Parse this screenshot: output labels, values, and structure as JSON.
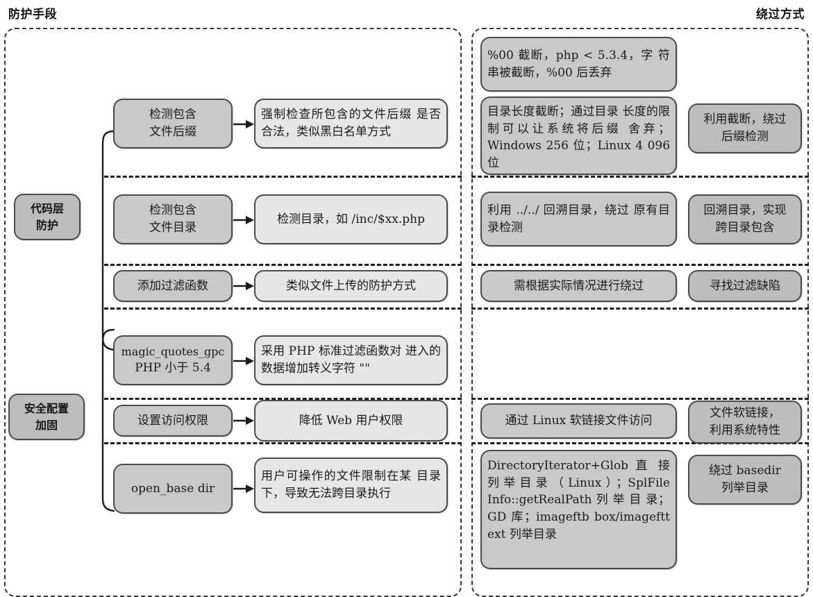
{
  "headers": {
    "left": "防护手段",
    "right": "绕过方式"
  },
  "groups": [
    {
      "id": "code-layer",
      "label": "代码层\n防护"
    },
    {
      "id": "secure-conf",
      "label": "安全配置\n加固"
    }
  ],
  "group_labels": {
    "code_layer_line1": "代码层",
    "code_layer_line2": "防护",
    "secure_conf_line1": "安全配置",
    "secure_conf_line2": "加固"
  },
  "rows": [
    {
      "id": "row-1",
      "measure": "检测包含\n文件后缀",
      "measure_line1": "检测包含",
      "measure_line2": "文件后缀",
      "detail": "强制检查所包含的文件后缀是否合法，类似黑白名单方式",
      "detail_line1": "强制检查所包含的文件后缀",
      "detail_line2": "是否合法，类似黑白名单方式",
      "bypass": [
        {
          "text": "%00 截断，php < 5.3.4，字符串被截断，%00 后丢弃",
          "line1": "%00 截断，php < 5.3.4，字",
          "line2": "符串被截断，%00 后丢弃"
        },
        {
          "text": "目录长度截断；通过目录长度的限制可以让系统将后缀舍弃；Windows 256 位；Linux 4 096 位",
          "line1": "目录长度截断；通过目录",
          "line2": "长度的限制可以让系统将后缀",
          "line3": "舍弃；Windows 256 位；Linux",
          "line4": "4 096 位"
        }
      ],
      "result": "利用截断，绕过后缀检测",
      "result_line1": "利用截断，绕过",
      "result_line2": "后缀检测"
    },
    {
      "id": "row-2",
      "measure": "检测包含\n文件目录",
      "measure_line1": "检测包含",
      "measure_line2": "文件目录",
      "detail": "检测目录，如 /inc/$xx.php",
      "detail_line1": "检测目录，如 /inc/$xx.php",
      "bypass": [
        {
          "text": "利用 ../../ 回溯目录，绕过原有目录检测",
          "line1": "利用 ../../ 回溯目录，绕过",
          "line2": "原有目录检测"
        }
      ],
      "result": "回溯目录，实现跨目录包含",
      "result_line1": "回溯目录，实现",
      "result_line2": "跨目录包含"
    },
    {
      "id": "row-3",
      "measure": "添加过滤函数",
      "measure_line1": "添加过滤函数",
      "detail": "类似文件上传的防护方式",
      "detail_line1": "类似文件上传的防护方式",
      "bypass": [
        {
          "text": "需根据实际情况进行绕过",
          "line1": "需根据实际情况进行绕过"
        }
      ],
      "result": "寻找过滤缺陷",
      "result_line1": "寻找过滤缺陷"
    },
    {
      "id": "row-4",
      "measure": "magic_quotes_gpc\nPHP 小于 5.4",
      "measure_line1": "magic_quotes_gpc",
      "measure_line2": "PHP 小于 5.4",
      "detail": "采用 PHP 标准过滤函数对进入的数据增加转义字符 \"\"",
      "detail_line1": "采用 PHP 标准过滤函数对",
      "detail_line2": "进入的数据增加转义字符 \"\"",
      "bypass": [],
      "result": ""
    },
    {
      "id": "row-5",
      "measure": "设置访问权限",
      "measure_line1": "设置访问权限",
      "detail": "降低 Web 用户权限",
      "detail_line1": "降低 Web 用户权限",
      "bypass": [
        {
          "text": "通过 Linux 软链接文件访问",
          "line1": "通过 Linux 软链接文件访问"
        }
      ],
      "result": "文件软链接，利用系统特性",
      "result_line1": "文件软链接，",
      "result_line2": "利用系统特性"
    },
    {
      "id": "row-6",
      "measure": "open_base dir",
      "measure_line1": "open_base dir",
      "detail": "用户可操作的文件限制在某目录下，导致无法跨目录执行",
      "detail_line1": "用户可操作的文件限制在某",
      "detail_line2": "目录下，导致无法跨目录执行",
      "bypass": [
        {
          "text": "DirectoryIterator+Glob 直接列举目录（Linux）；SplFileInfo::getRealPath 列举目录；GD 库；imageftb box/imagefttext 列举目录",
          "line1": "DirectoryIterator+Glob 直",
          "line2": "接列举目录（Linux）；SplFile",
          "line3": "Info::getRealPath 列 举 目 录；",
          "line4": "GD 库；imageftb box/imageftt",
          "line5": "ext 列举目录"
        }
      ],
      "result": "绕过 basedir 列举目录",
      "result_line1": "绕过 basedir",
      "result_line2": "列举目录"
    }
  ],
  "icons": {
    "arrow": "arrow-right-icon",
    "brace": "curly-brace-icon"
  },
  "colors": {
    "node_dark": "#c9c9c9",
    "node_light": "#e6e6e6",
    "node_darker": "#bdbdbd",
    "border": "#4a4a4a",
    "dashed_border": "#333333",
    "text": "#1a1a1a"
  }
}
